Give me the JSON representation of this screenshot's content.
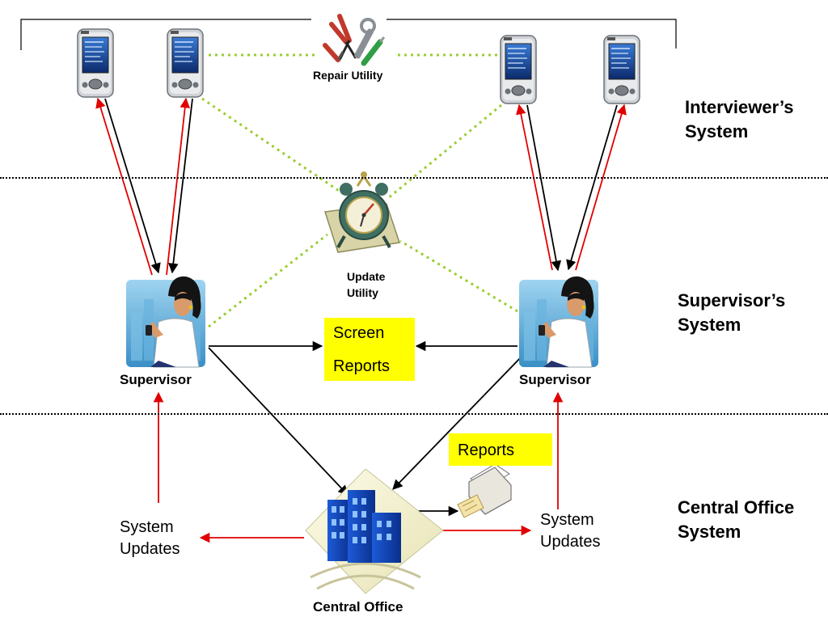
{
  "tiers": {
    "interviewer": [
      "Interviewer’s",
      "System"
    ],
    "supervisor": [
      "Supervisor’s",
      "System"
    ],
    "central": [
      "Central Office",
      "System"
    ]
  },
  "nodes": {
    "repair_utility": "Repair Utility",
    "update_utility": [
      "Update",
      "Utility"
    ],
    "supervisor_left": "Supervisor",
    "supervisor_right": "Supervisor",
    "central_office": "Central Office"
  },
  "boxes": {
    "screen_reports": [
      "Screen",
      "Reports"
    ],
    "reports": "Reports"
  },
  "updates": {
    "left": [
      "System",
      "Updates"
    ],
    "right": [
      "System",
      "Updates"
    ]
  },
  "colors": {
    "dotted_link": "#9acd32",
    "update_arrow": "#e00000",
    "data_arrow": "#000000",
    "highlight_box": "#ffff00"
  }
}
